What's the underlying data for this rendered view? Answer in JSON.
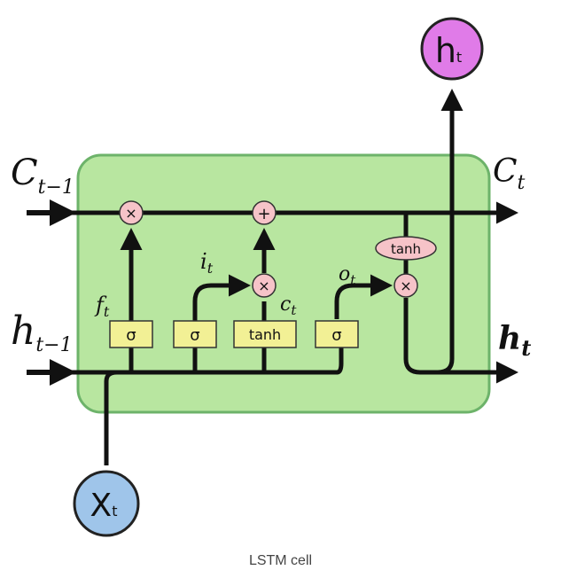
{
  "diagram": {
    "inputs": {
      "c_prev": {
        "base": "C",
        "sub": "t−1"
      },
      "h_prev": {
        "base": "h",
        "sub": "t−1"
      },
      "x": {
        "base": "X",
        "sub": "t"
      }
    },
    "outputs": {
      "c": {
        "base": "C",
        "sub": "t"
      },
      "h": {
        "base": "h",
        "sub": "t"
      },
      "h_top": {
        "base": "h",
        "sub": "t"
      }
    },
    "ops": {
      "forget_mult": "×",
      "add": "+",
      "input_mult": "×",
      "output_mult": "×",
      "out_tanh": "tanh"
    },
    "gates": {
      "forget": "σ",
      "input": "σ",
      "candidate": "tanh",
      "output": "σ"
    },
    "gate_labels": {
      "f": {
        "base": "f",
        "sub": "t"
      },
      "i": {
        "base": "i",
        "sub": "t"
      },
      "c": {
        "base": "c",
        "sub": "t"
      },
      "o": {
        "base": "o",
        "sub": "t"
      }
    },
    "colors": {
      "cell_fill": "#b8e6a0",
      "cell_stroke": "#6db36a",
      "op_fill": "#f6c3c8",
      "gate_fill": "#f2f095",
      "input_circle": "#9fc5ea",
      "output_circle": "#e07be8",
      "line": "#111111"
    }
  },
  "caption": "LSTM cell"
}
